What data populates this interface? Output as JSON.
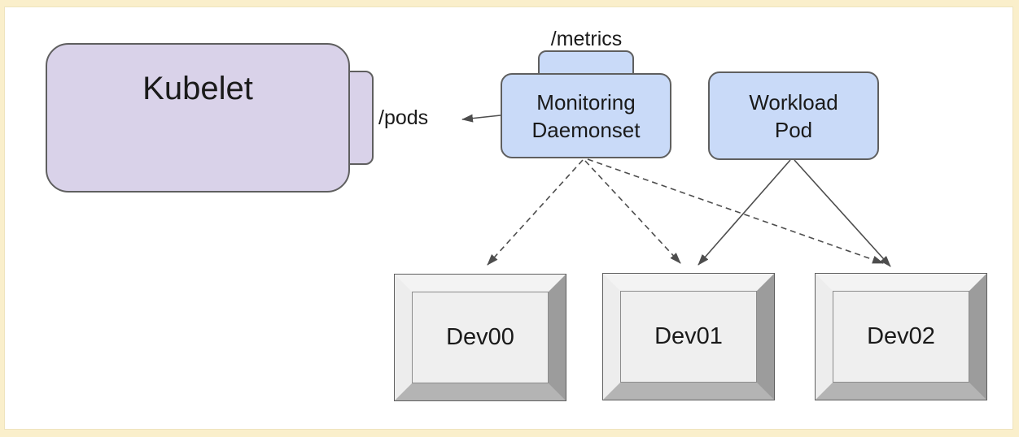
{
  "diagram": {
    "nodes": {
      "kubelet": {
        "label": "Kubelet"
      },
      "monitoring_daemonset": {
        "lines": [
          "Monitoring",
          "Daemonset"
        ],
        "port_label": "/metrics"
      },
      "workload_pod": {
        "lines": [
          "Workload",
          "Pod"
        ]
      },
      "devices": [
        {
          "label": "Dev00"
        },
        {
          "label": "Dev01"
        },
        {
          "label": "Dev02"
        }
      ]
    },
    "edges": [
      {
        "from": "monitoring_daemonset",
        "to": "kubelet",
        "label": "/pods",
        "style": "solid"
      },
      {
        "from": "monitoring_daemonset",
        "to": "dev00",
        "label": "",
        "style": "dashed"
      },
      {
        "from": "monitoring_daemonset",
        "to": "dev01",
        "label": "",
        "style": "dashed"
      },
      {
        "from": "monitoring_daemonset",
        "to": "dev02",
        "label": "",
        "style": "dashed"
      },
      {
        "from": "workload_pod",
        "to": "dev01",
        "label": "",
        "style": "solid"
      },
      {
        "from": "workload_pod",
        "to": "dev02",
        "label": "",
        "style": "solid"
      }
    ],
    "colors": {
      "frame_bg": "#FAEFCB",
      "canvas_bg": "#FFFFFF",
      "kubelet_fill": "#D9D2E9",
      "pod_fill": "#C9DAF8",
      "shape_border": "#5F5F5F",
      "arrow": "#4D4D4D",
      "device_face": "#EFEFEF",
      "device_bevel_top": "#F3F3F3",
      "device_bevel_right": "#9C9C9C",
      "device_bevel_bottom": "#B4B4B4",
      "device_bevel_left": "#EDEDED",
      "text": "#1A1A1A"
    }
  }
}
